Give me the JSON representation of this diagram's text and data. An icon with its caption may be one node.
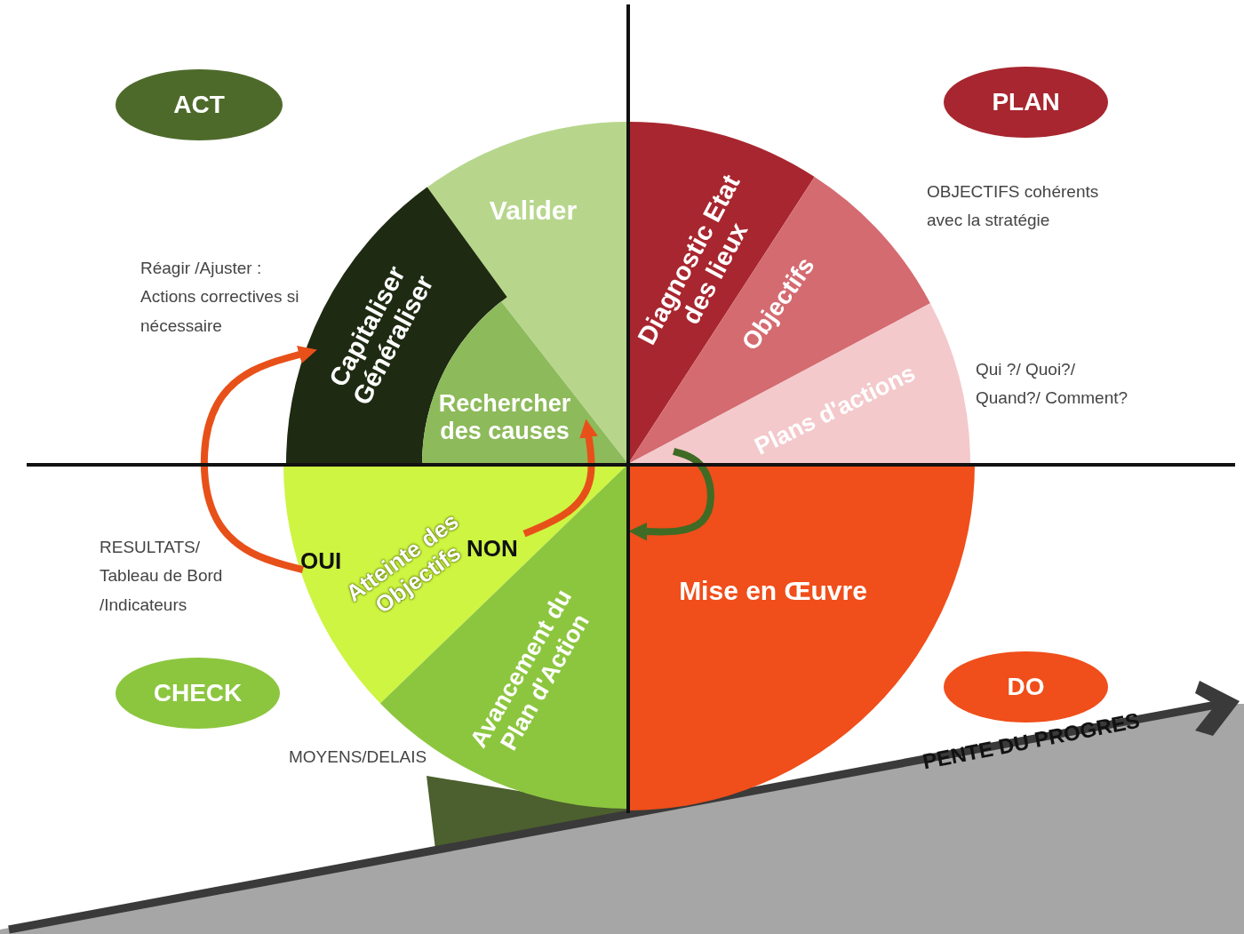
{
  "diagram": {
    "nodes": [
      {
        "text": [
          "ACT"
        ]
      },
      {
        "text": [
          "PLAN"
        ]
      },
      {
        "text": [
          "CHECK"
        ]
      },
      {
        "text": [
          "DO"
        ]
      },
      {
        "text": [
          "Valider"
        ]
      },
      {
        "text": [
          "Capitaliser Généraliser"
        ]
      },
      {
        "text": [
          "Rechercher des causes"
        ]
      },
      {
        "text": [
          "Diagnostic Etat des lieux"
        ]
      },
      {
        "text": [
          "Objectifs"
        ]
      },
      {
        "text": [
          "Plans d'actions"
        ]
      },
      {
        "text": [
          "Mise en Œuvre"
        ]
      },
      {
        "text": [
          "Atteinte des Objectifs"
        ]
      },
      {
        "text": [
          "Avancement du Plan d'Action"
        ]
      }
    ],
    "edges": [
      {
        "from": 11,
        "to": 5,
        "arrow": "to",
        "label": "OUI"
      },
      {
        "from": 11,
        "to": 6,
        "arrow": "to",
        "label": "NON"
      },
      {
        "from": 9,
        "to": 10,
        "arrow": "to",
        "color": "#3f6b25"
      }
    ],
    "labels": [
      "Réagir /Ajuster : Actions correctives si nécessaire",
      "OBJECTIFS cohérents avec la stratégie",
      "Qui ?/ Quoi?/ Quand?/ Comment?",
      "RESULTATS/ Tableau de Bord /Indicateurs",
      "MOYENS/DELAIS",
      "PENTE DU PROGRES"
    ]
  }
}
